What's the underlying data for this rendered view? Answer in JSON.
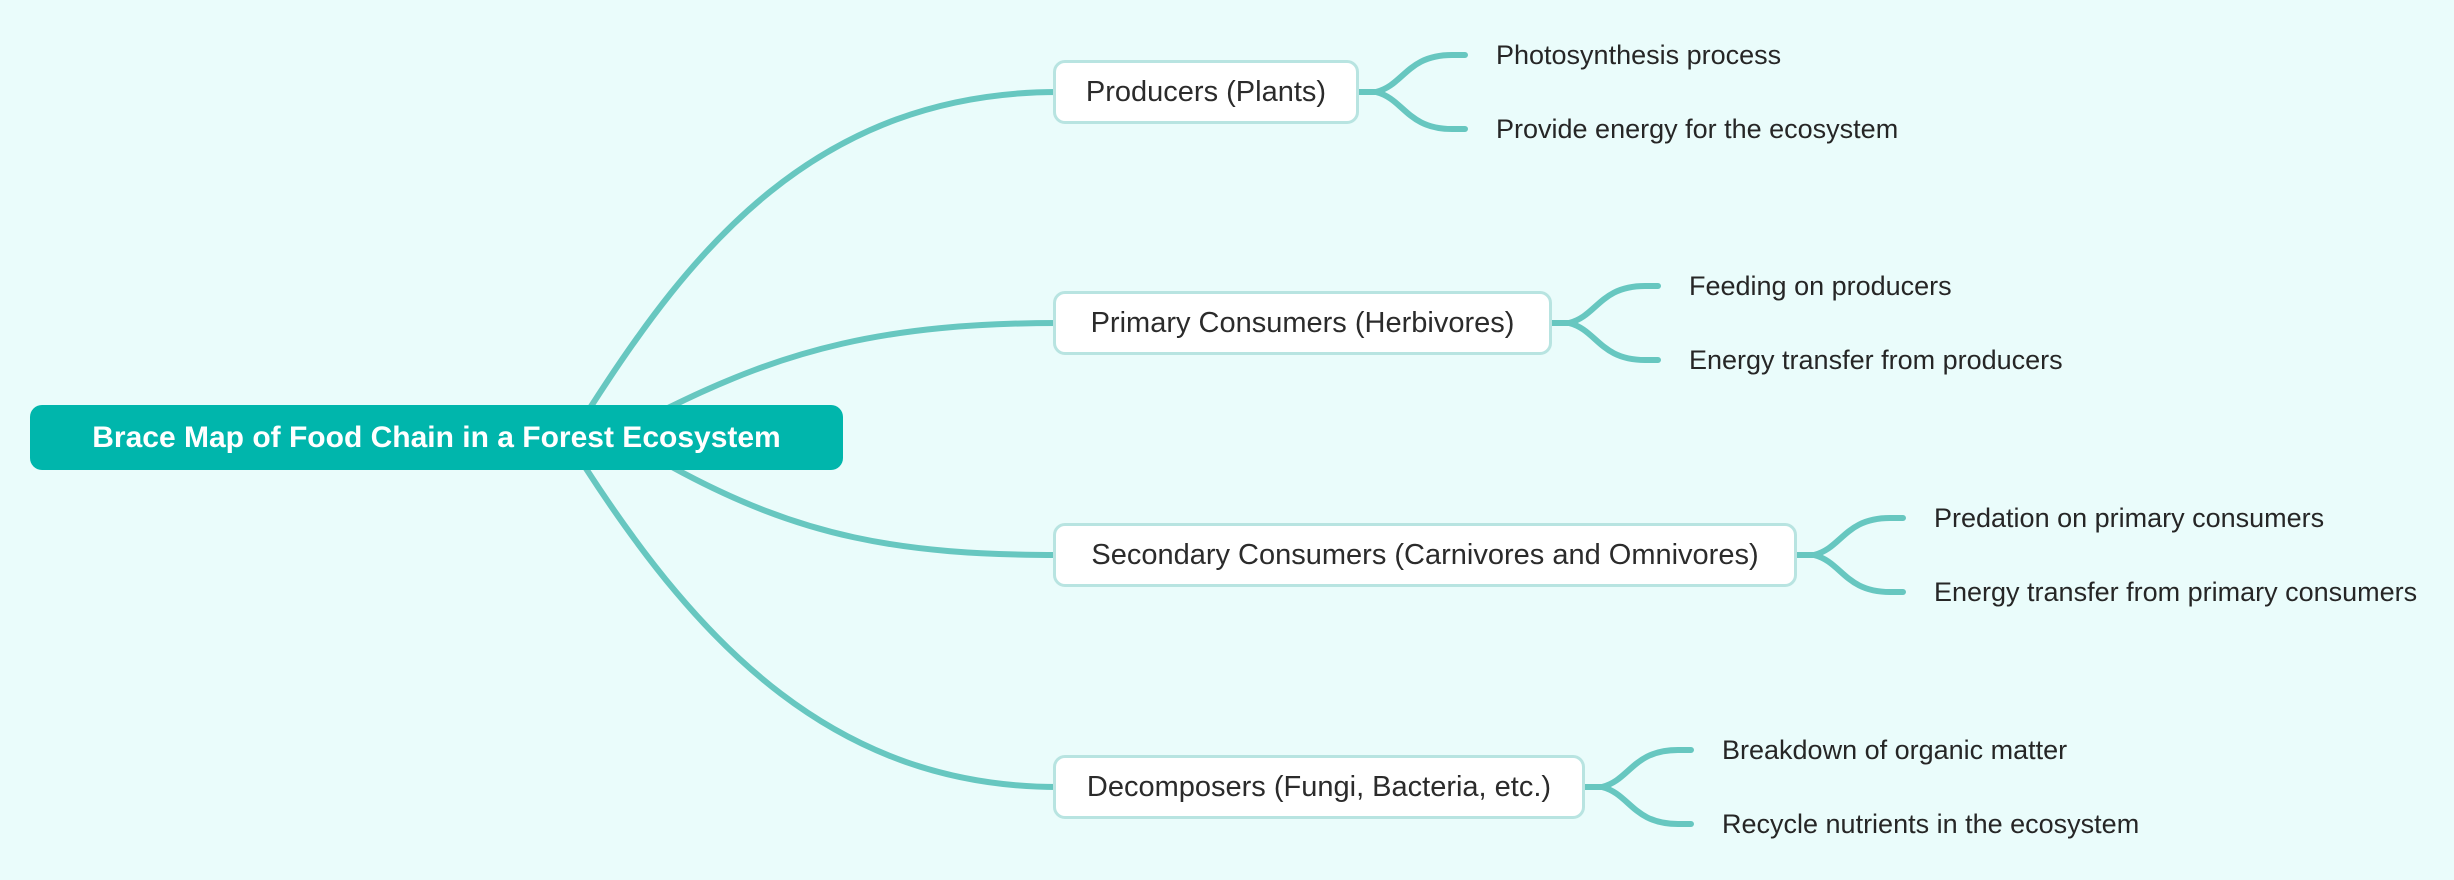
{
  "diagram": {
    "type": "brace-map-mindmap",
    "root": {
      "label": "Brace Map of Food Chain in a Forest Ecosystem"
    },
    "branches": [
      {
        "label": "Producers (Plants)",
        "children": [
          "Photosynthesis process",
          "Provide energy for the ecosystem"
        ]
      },
      {
        "label": "Primary Consumers (Herbivores)",
        "children": [
          "Feeding on producers",
          "Energy transfer from producers"
        ]
      },
      {
        "label": "Secondary Consumers (Carnivores and Omnivores)",
        "children": [
          "Predation on primary consumers",
          "Energy transfer from primary consumers"
        ]
      },
      {
        "label": "Decomposers (Fungi, Bacteria, etc.)",
        "children": [
          "Breakdown of organic matter",
          "Recycle nutrients in the ecosystem"
        ]
      }
    ]
  },
  "colors": {
    "background": "#eafcfb",
    "root_fill": "#00b6ac",
    "root_text": "#ffffff",
    "connector": "#67c7c0",
    "node_border": "#b8e4e1",
    "node_fill": "#ffffff",
    "node_text": "#2b2b2b",
    "leaf_text": "#262626"
  }
}
